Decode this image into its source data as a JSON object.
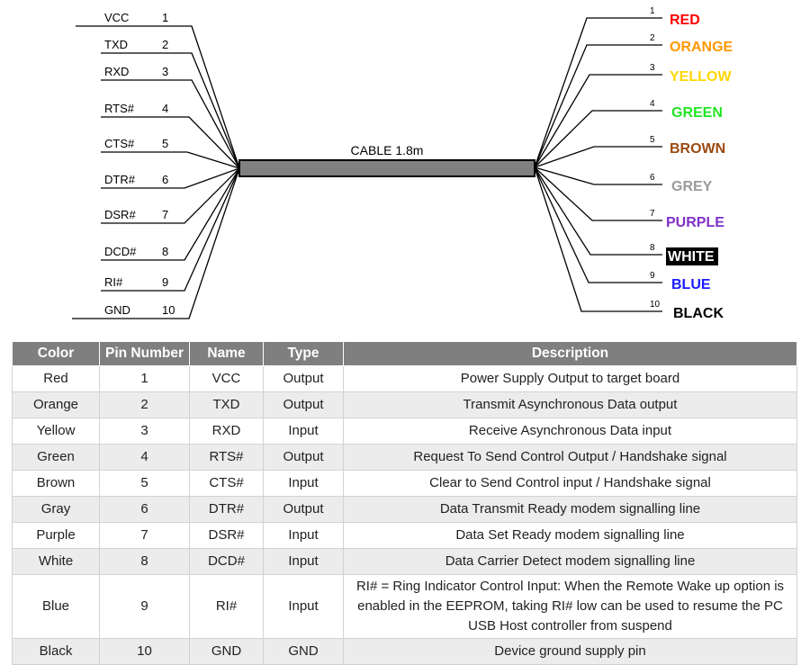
{
  "diagram": {
    "cable_label": "CABLE 1.8m",
    "left_pins": [
      {
        "name": "VCC",
        "num": "1"
      },
      {
        "name": "TXD",
        "num": "2"
      },
      {
        "name": "RXD",
        "num": "3"
      },
      {
        "name": "RTS#",
        "num": "4"
      },
      {
        "name": "CTS#",
        "num": "5"
      },
      {
        "name": "DTR#",
        "num": "6"
      },
      {
        "name": "DSR#",
        "num": "7"
      },
      {
        "name": "DCD#",
        "num": "8"
      },
      {
        "name": "RI#",
        "num": "9"
      },
      {
        "name": "GND",
        "num": "10"
      }
    ],
    "right_wires": [
      {
        "num": "1",
        "label": "RED",
        "color": "#ff0000"
      },
      {
        "num": "2",
        "label": "ORANGE",
        "color": "#ff9900"
      },
      {
        "num": "3",
        "label": "YELLOW",
        "color": "#ffd700"
      },
      {
        "num": "4",
        "label": "GREEN",
        "color": "#22e622"
      },
      {
        "num": "5",
        "label": "BROWN",
        "color": "#9c4a12"
      },
      {
        "num": "6",
        "label": "GREY",
        "color": "#9a9a9a"
      },
      {
        "num": "7",
        "label": "PURPLE",
        "color": "#7f30c8"
      },
      {
        "num": "8",
        "label": "WHITE",
        "color": "#ffffff",
        "background": "#000000"
      },
      {
        "num": "9",
        "label": "BLUE",
        "color": "#1a1aff"
      },
      {
        "num": "10",
        "label": "BLACK",
        "color": "#000000"
      }
    ]
  },
  "table": {
    "headers": [
      "Color",
      "Pin Number",
      "Name",
      "Type",
      "Description"
    ],
    "rows": [
      [
        "Red",
        "1",
        "VCC",
        "Output",
        "Power Supply Output to target board"
      ],
      [
        "Orange",
        "2",
        "TXD",
        "Output",
        "Transmit Asynchronous Data output"
      ],
      [
        "Yellow",
        "3",
        "RXD",
        "Input",
        "Receive Asynchronous Data input"
      ],
      [
        "Green",
        "4",
        "RTS#",
        "Output",
        "Request To Send Control Output / Handshake signal"
      ],
      [
        "Brown",
        "5",
        "CTS#",
        "Input",
        "Clear to Send Control input / Handshake signal"
      ],
      [
        "Gray",
        "6",
        "DTR#",
        "Output",
        "Data Transmit Ready modem signalling line"
      ],
      [
        "Purple",
        "7",
        "DSR#",
        "Input",
        "Data Set Ready modem signalling line"
      ],
      [
        "White",
        "8",
        "DCD#",
        "Input",
        "Data Carrier Detect modem signalling line"
      ],
      [
        "Blue",
        "9",
        "RI#",
        "Input",
        "RI# = Ring Indicator Control Input: When the Remote Wake up option is enabled in the EEPROM, taking RI# low can be used to resume the PC USB Host controller from suspend"
      ],
      [
        "Black",
        "10",
        "GND",
        "GND",
        "Device ground supply pin"
      ]
    ]
  }
}
